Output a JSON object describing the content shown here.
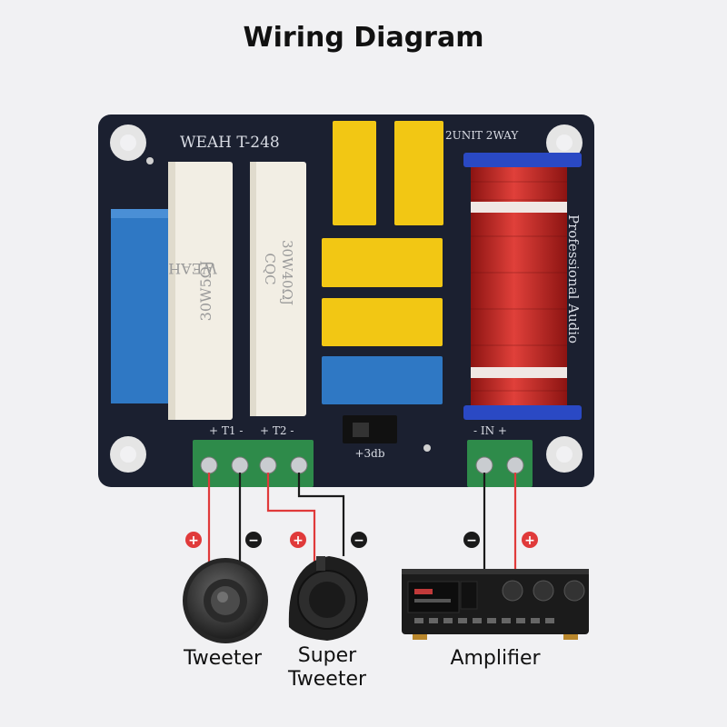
{
  "title": "Wiring Diagram",
  "board": {
    "model": "WEAH T-248",
    "type": "2UNIT 2WAY",
    "brand_vertical": "Professional Audio",
    "resistor1_text": [
      "WEAH",
      "30W5ΩJ"
    ],
    "resistor2_text": [
      "CQC",
      "30W40ΩJ"
    ],
    "terminal_left_labels": [
      "+ T1 -",
      "+ T2 -"
    ],
    "terminal_right_label": "- IN +",
    "switch_label": "+3db"
  },
  "wire_colors": {
    "positive": "#e03a3a",
    "negative": "#1a1a1a"
  },
  "polarity_markers": [
    {
      "sign": "+",
      "color": "#e03a3a",
      "icon": "plus-circle-icon"
    },
    {
      "sign": "−",
      "color": "#1a1a1a",
      "icon": "minus-circle-icon"
    },
    {
      "sign": "+",
      "color": "#e03a3a",
      "icon": "plus-circle-icon"
    },
    {
      "sign": "−",
      "color": "#1a1a1a",
      "icon": "minus-circle-icon"
    },
    {
      "sign": "−",
      "color": "#1a1a1a",
      "icon": "minus-circle-icon"
    },
    {
      "sign": "+",
      "color": "#e03a3a",
      "icon": "plus-circle-icon"
    }
  ],
  "devices": {
    "tweeter": {
      "label": "Tweeter",
      "icon": "tweeter-icon"
    },
    "super_tweeter": {
      "label_line1": "Super",
      "label_line2": "Tweeter",
      "icon": "horn-driver-icon"
    },
    "amplifier": {
      "label": "Amplifier",
      "icon": "amplifier-icon"
    }
  }
}
